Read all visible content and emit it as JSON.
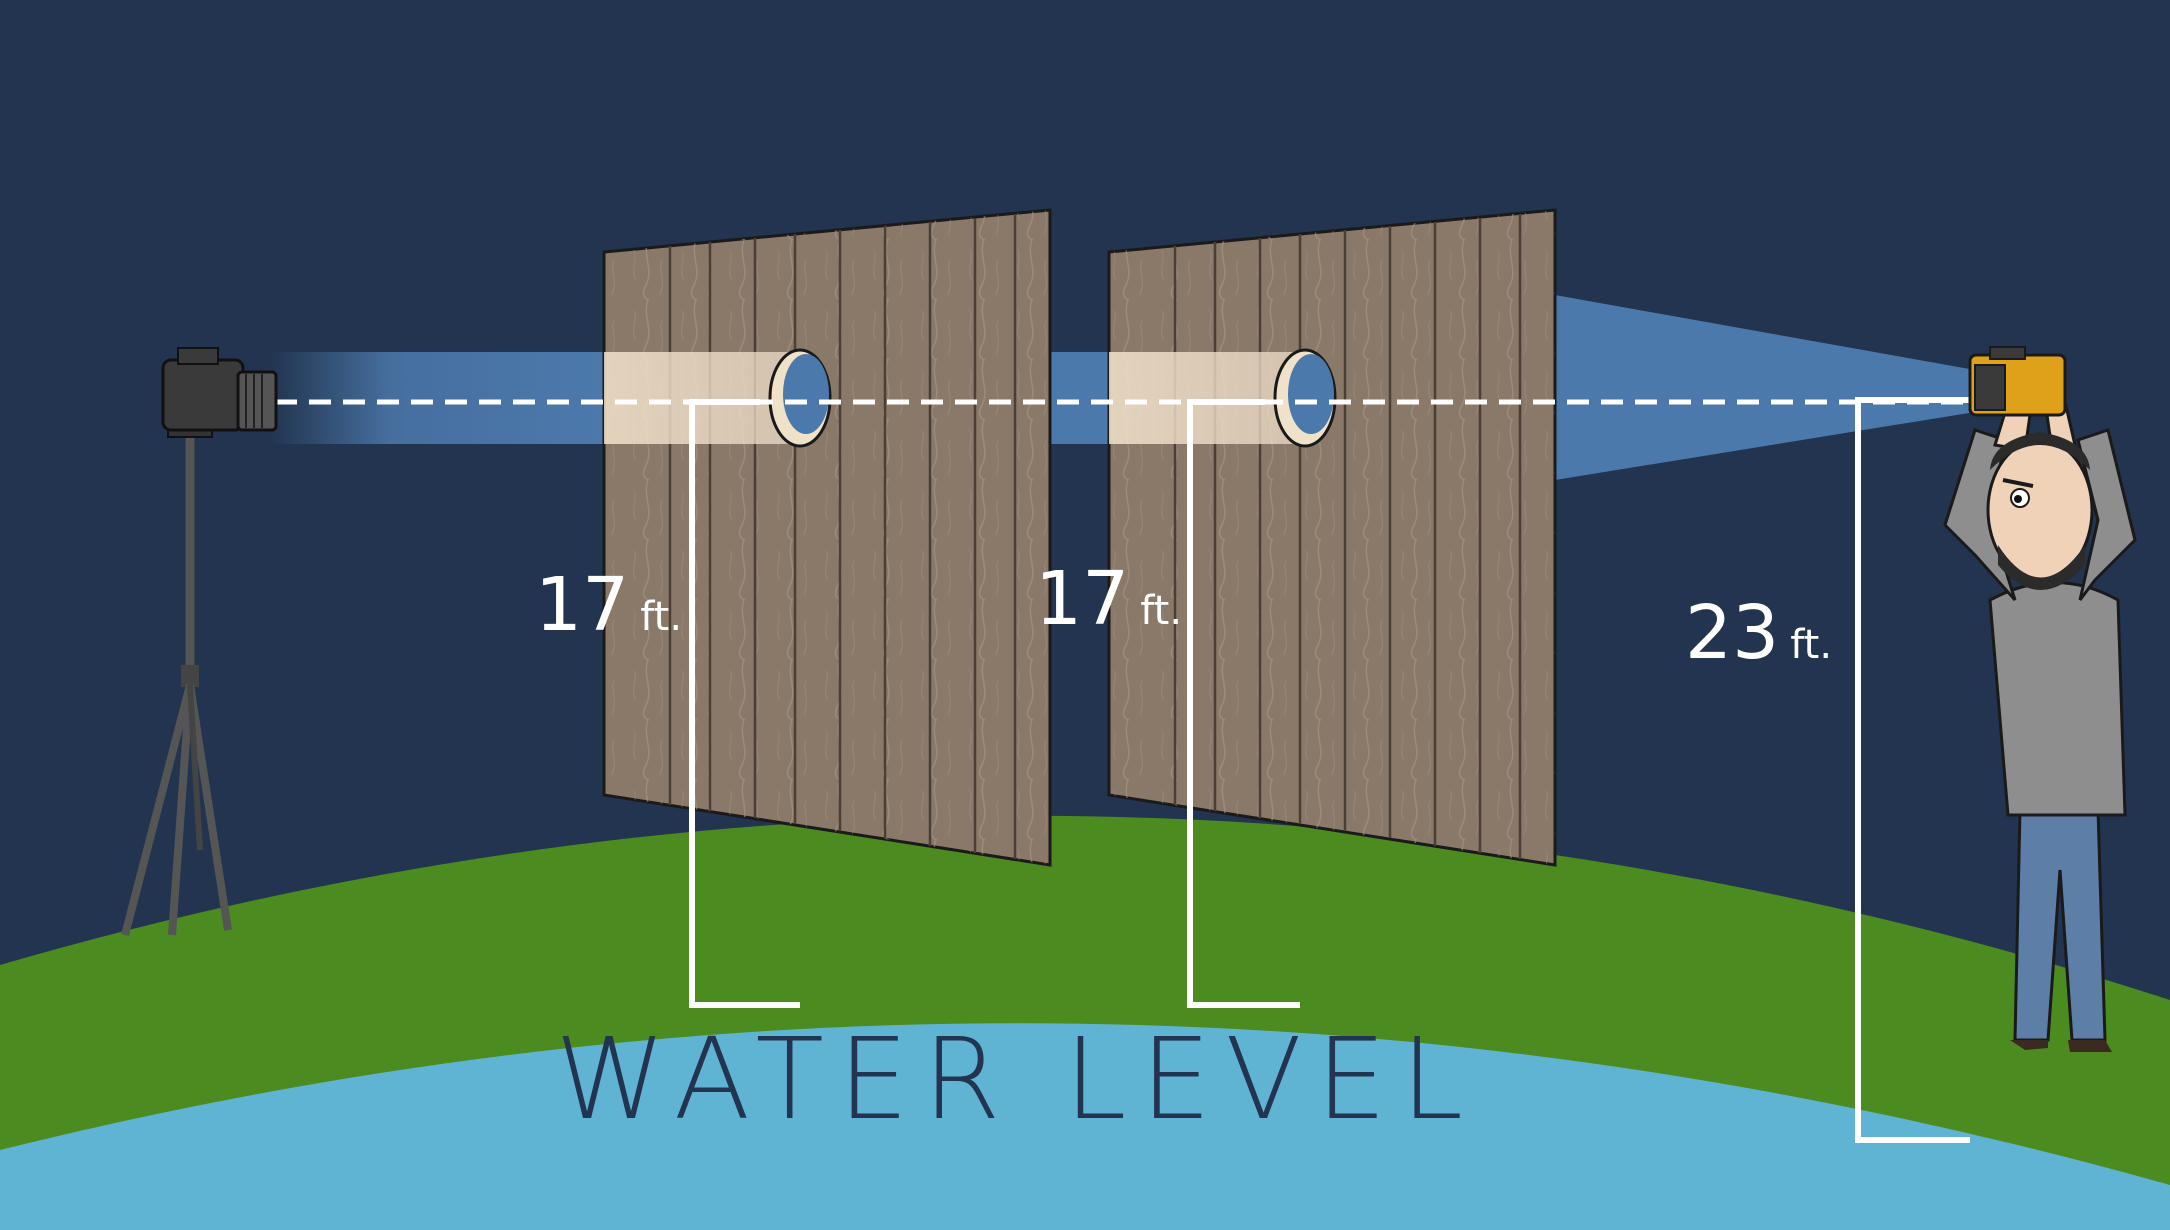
{
  "colors": {
    "sky": "#22344f",
    "grass": "#4b8b1f",
    "water": "#5fb4d3",
    "water_text": "#22344f",
    "wood": "#8a7868",
    "wood_dark": "#5e5046",
    "beam": "#4c79ac",
    "white": "#ffffff"
  },
  "measurements": {
    "board1": {
      "value": "17",
      "unit": "ft."
    },
    "board2": {
      "value": "17",
      "unit": "ft."
    },
    "observer": {
      "value": "23",
      "unit": "ft."
    }
  },
  "water_label": "WATER LEVEL",
  "icons": {
    "left_camera": "camera-on-tripod-icon",
    "right_camera": "handheld-camera-icon",
    "person": "bearded-man-holding-camera-icon"
  }
}
